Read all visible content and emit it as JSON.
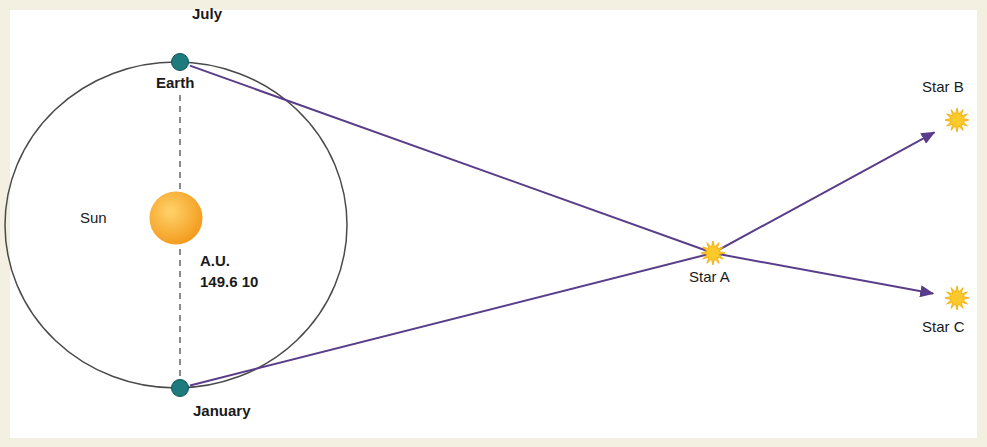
{
  "diagram": {
    "nodes": [
      {
        "text": [
          "July",
          "Earth"
        ]
      },
      {
        "text": [
          "Sun"
        ]
      },
      {
        "text": [
          "January"
        ]
      },
      {
        "text": [
          "Star A"
        ]
      },
      {
        "text": [
          "Star B"
        ]
      },
      {
        "text": [
          "Star C"
        ]
      }
    ],
    "edges": [
      {
        "from": 0,
        "to": 5,
        "arrow": "to"
      },
      {
        "from": 2,
        "to": 4,
        "arrow": "to"
      }
    ],
    "labels": [
      "A.U.",
      "149.6 10"
    ]
  }
}
